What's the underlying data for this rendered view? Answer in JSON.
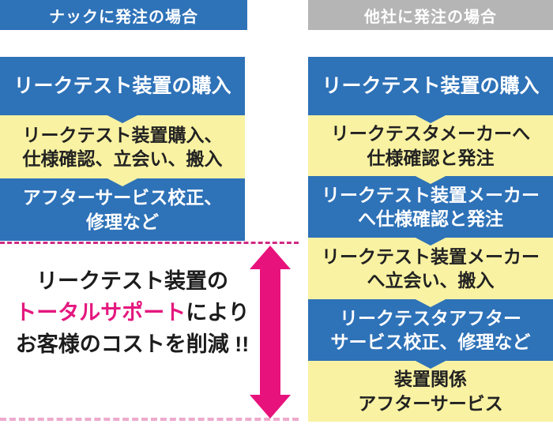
{
  "colors": {
    "blue": "#2e72b8",
    "yellow": "#f9f2a2",
    "header_gray": "#b5b5b5",
    "arrow_pink": "#e8127c",
    "highlight_pink": "#e4187f",
    "dashed_top": "#cf2a83",
    "dashed_bottom": "#edaacd",
    "box_text_dark": "#222222",
    "box_text_white": "#ffffff"
  },
  "icons": {
    "double_arrow": "vertical-double-headed-arrow"
  },
  "left": {
    "header": "ナックに発注の場合",
    "boxes": [
      {
        "color": "blue",
        "lines": [
          "リークテスト装置の購入"
        ]
      },
      {
        "color": "yellow",
        "lines": [
          "リークテスト装置購入、",
          "仕様確認、立会い、搬入"
        ]
      },
      {
        "color": "blue",
        "lines": [
          "アフターサービス校正、",
          "修理など"
        ]
      }
    ],
    "summary": {
      "line1": "リークテスト装置の",
      "line2_highlight": "トータルサポート",
      "line2_rest": "により",
      "line3": "お客様のコストを削減 !!"
    }
  },
  "right": {
    "header": "他社に発注の場合",
    "boxes": [
      {
        "color": "blue",
        "lines": [
          "リークテスト装置の購入"
        ]
      },
      {
        "color": "yellow",
        "lines": [
          "リークテスタメーカーへ",
          "仕様確認と発注"
        ]
      },
      {
        "color": "blue",
        "lines": [
          "リークテスト装置メーカー",
          "へ仕様確認と発注"
        ]
      },
      {
        "color": "yellow",
        "lines": [
          "リークテスト装置メーカー",
          "へ立会い、搬入"
        ]
      },
      {
        "color": "blue",
        "lines": [
          "リークテスタアフター",
          "サービス校正、修理など"
        ]
      },
      {
        "color": "yellow",
        "lines": [
          "装置関係",
          "アフターサービス"
        ]
      }
    ]
  }
}
